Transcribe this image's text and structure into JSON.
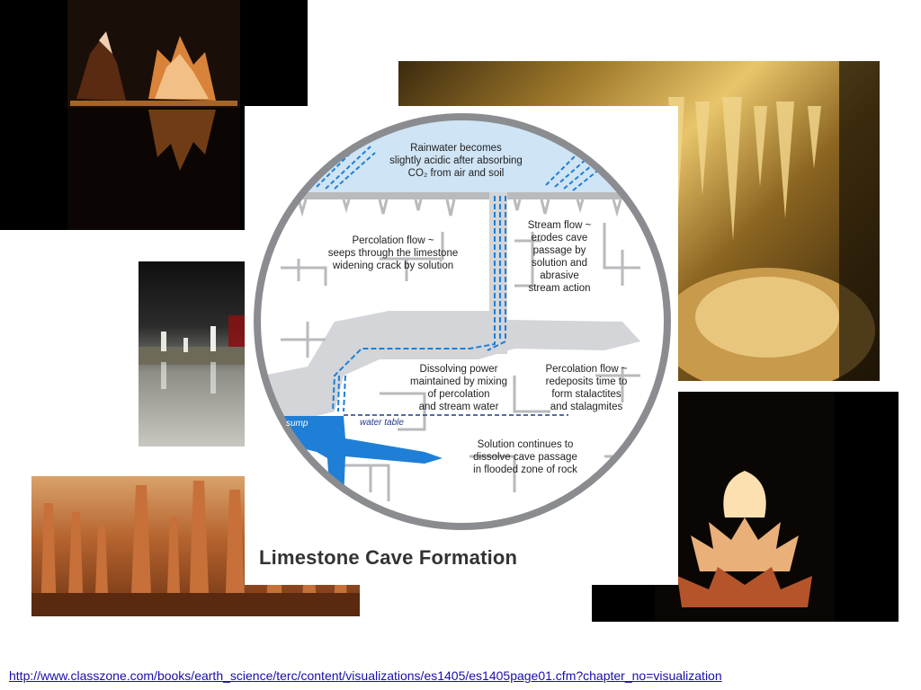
{
  "diagram": {
    "title": "Limestone Cave Formation",
    "labels": {
      "rain_1": "Rainwater becomes",
      "rain_2": "slightly acidic after absorbing",
      "rain_3": "CO₂ from air and soil",
      "stream_1": "Stream flow ~",
      "stream_2": "erodes cave",
      "stream_3": "passage by",
      "stream_4": "solution and",
      "stream_5": "abrasive",
      "stream_6": "stream action",
      "perc_1": "Percolation flow ~",
      "perc_2": "seeps through the limestone",
      "perc_3": "widening crack by solution",
      "dis_1": "Dissolving power",
      "dis_2": "maintained by mixing",
      "dis_3": "of percolation",
      "dis_4": "and stream water",
      "dep_1": "Percolation flow ~",
      "dep_2": "redeposits time to",
      "dep_3": "form stalactites",
      "dep_4": "and stalagmites",
      "sol_1": "Solution continues to",
      "sol_2": "dissolve cave passage",
      "sol_3": "in flooded zone of rock",
      "sump": "sump",
      "water_table": "water table"
    }
  },
  "footer": {
    "link": "http://www.classzone.com/books/earth_science/terc/content/visualizations/es1405/es1405page01.cfm?chapter_no=visualization"
  },
  "colors": {
    "water": "#1f7fd6",
    "rock": "#d3d5d8",
    "sky": "#cfe4f5",
    "outline": "#8a8c90"
  }
}
